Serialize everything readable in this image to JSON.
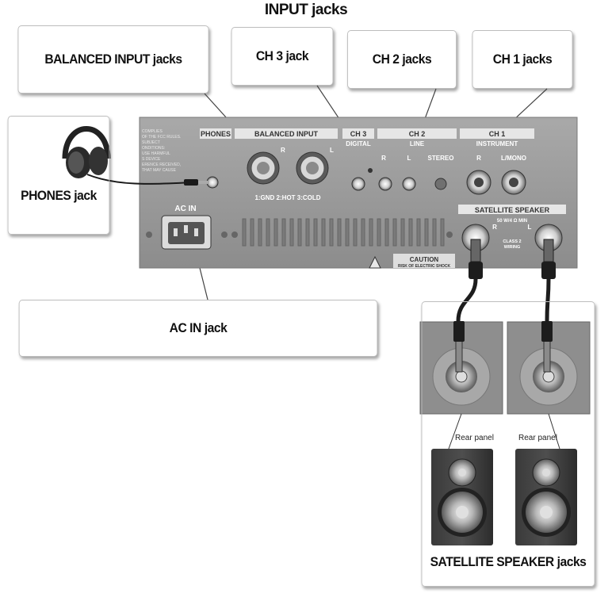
{
  "title": "INPUT jacks",
  "callouts": {
    "balanced_input": "BALANCED INPUT jacks",
    "ch3": "CH 3 jack",
    "ch2": "CH 2 jacks",
    "ch1": "CH 1 jacks",
    "phones": "PHONES jack",
    "ac_in": "AC IN jack",
    "satellite": "SATELLITE SPEAKER jacks",
    "rear_panel_left": "Rear panel",
    "rear_panel_right": "Rear panel"
  },
  "panel": {
    "phones": "PHONES",
    "balanced_input": "BALANCED INPUT",
    "balanced_r": "R",
    "balanced_l": "L",
    "balanced_wiring": "1:GND  2:HOT  3:COLD",
    "ch3": "CH 3",
    "ch3_sub": "DIGITAL",
    "ch2": "CH 2",
    "ch2_sub": "LINE",
    "ch2_r": "R",
    "ch2_l": "L",
    "ch2_stereo": "STEREO",
    "ch1": "CH 1",
    "ch1_sub": "INSTRUMENT",
    "ch1_r": "R",
    "ch1_lmono": "L/MONO",
    "ac_in": "AC IN",
    "satellite_speaker": "SATELLITE SPEAKER",
    "satellite_rating": "50 W/4 Ω MIN",
    "satellite_r": "R",
    "satellite_l": "L",
    "satellite_class": "CLASS 2",
    "satellite_wiring": "WIRING",
    "caution": "CAUTION",
    "caution_sub": "RISK OF ELECTRIC SHOCK",
    "fcc_lines": [
      "COMPLIES",
      "OF THE FCC RULES.",
      "SUBJECT",
      "ONDITIONS:",
      "USE HARMFUL",
      "S DEVICE",
      "ERENCE RECEIVED,",
      "THAT MAY CAUSE"
    ]
  }
}
